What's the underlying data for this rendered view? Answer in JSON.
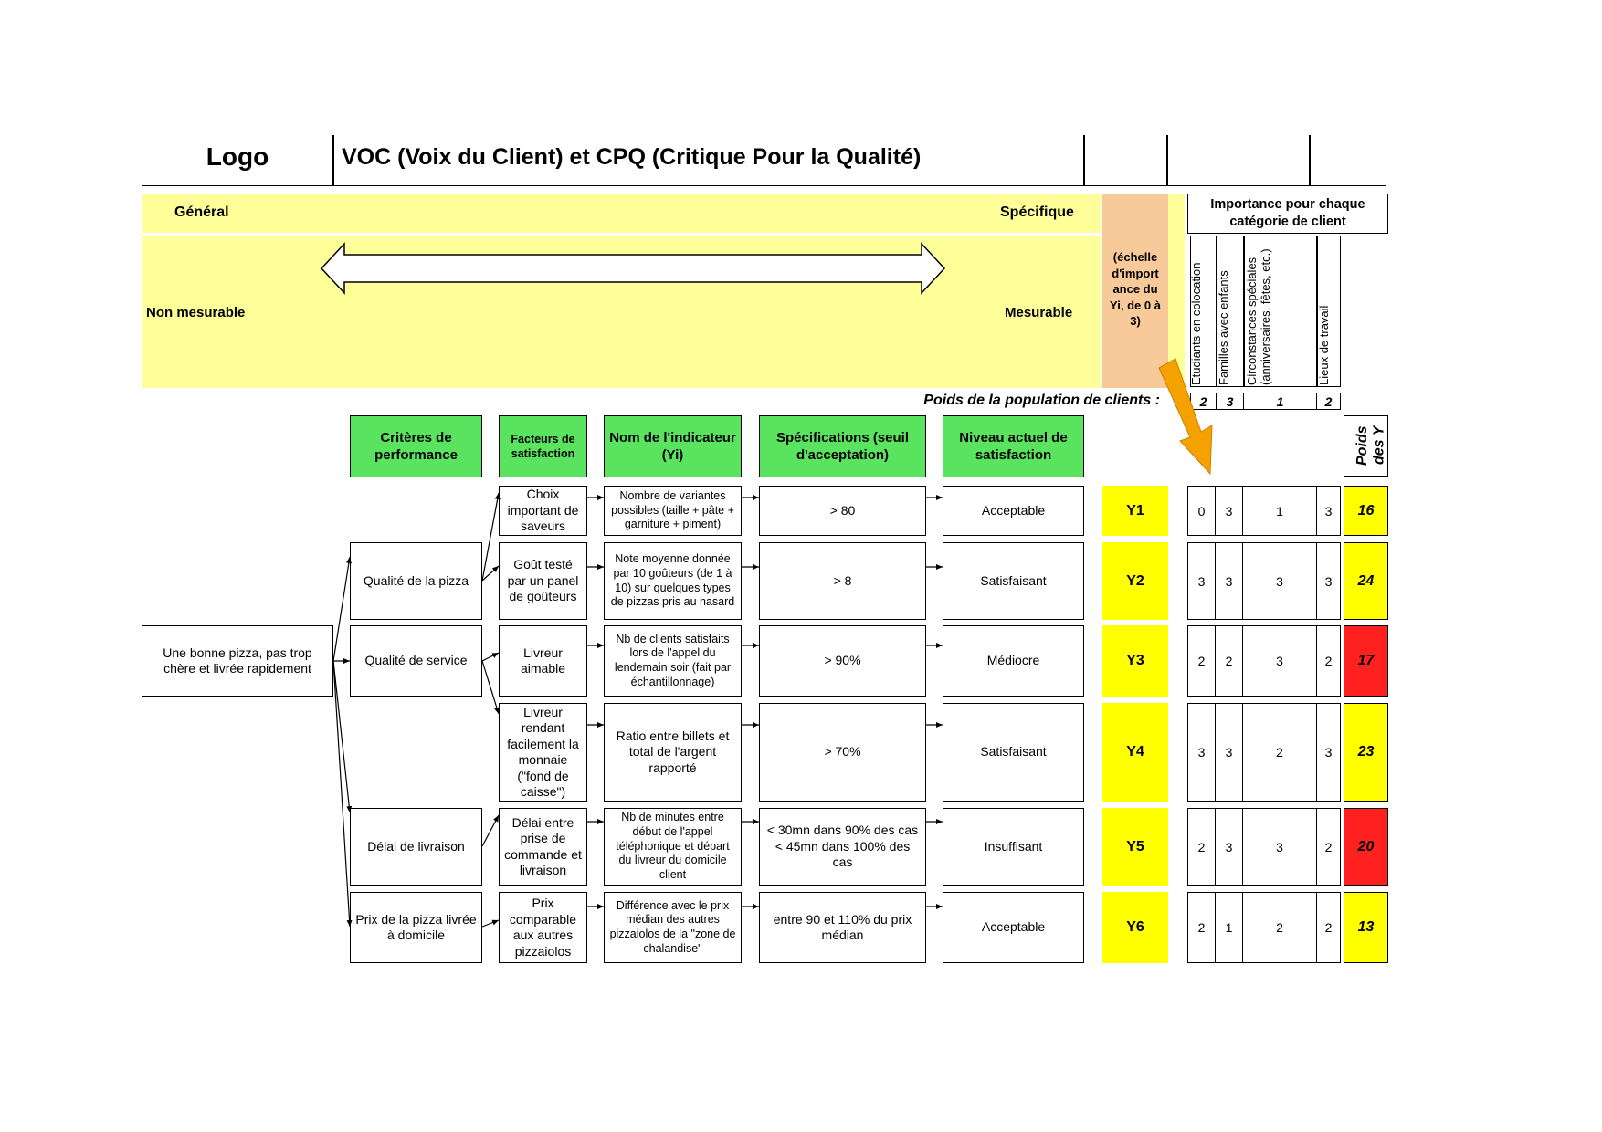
{
  "header": {
    "logo": "Logo",
    "title": "VOC (Voix du Client) et CPQ (Critique Pour la Qualité)"
  },
  "scale": {
    "general": "Général",
    "specifique": "Spécifique",
    "non_mesurable": "Non mesurable",
    "mesurable": "Mesurable",
    "importance_scale": "(échelle d'import ance du Yi, de 0 à 3)"
  },
  "importance": {
    "title": "Importance pour chaque catégorie de client",
    "categories": [
      "Etudiants en colocation",
      "Familles avec enfants",
      "Circonstances spéciales (anniversaires, fêtes, etc.)",
      "Lieux de travail"
    ],
    "population_label": "Poids de la population de clients :",
    "population_weights": [
      "2",
      "3",
      "1",
      "2"
    ],
    "weight_header": "Poids des Y"
  },
  "column_headers": {
    "criteres": "Critères de performance",
    "facteurs": "Facteurs de satisfaction",
    "nom": "Nom de l'indicateur (Yi)",
    "specs": "Spécifications (seuil d'acceptation)",
    "niveau": "Niveau actuel de satisfaction"
  },
  "root": "Une bonne pizza, pas trop chère et livrée rapidement",
  "criteria": [
    "Qualité de la pizza",
    "Qualité de service",
    "Délai de livraison",
    "Prix de la pizza livrée à domicile"
  ],
  "rows": [
    {
      "facteur": "Choix important de saveurs",
      "nom": "Nombre de variantes possibles (taille + pâte + garniture + piment)",
      "spec": "> 80",
      "niveau": "Acceptable",
      "y": "Y1",
      "imp": [
        "0",
        "3",
        "1",
        "3"
      ],
      "score": "16",
      "color": "#ffff00"
    },
    {
      "facteur": "Goût testé par un panel de goûteurs",
      "nom": "Note moyenne donnée par 10 goûteurs (de 1 à 10) sur quelques types de pizzas pris au hasard",
      "spec": "> 8",
      "niveau": "Satisfaisant",
      "y": "Y2",
      "imp": [
        "3",
        "3",
        "3",
        "3"
      ],
      "score": "24",
      "color": "#ffff00"
    },
    {
      "facteur": "Livreur aimable",
      "nom": "Nb de clients satisfaits lors de l'appel du lendemain soir (fait par échantillonnage)",
      "spec": "> 90%",
      "niveau": "Médiocre",
      "y": "Y3",
      "imp": [
        "2",
        "2",
        "3",
        "2"
      ],
      "score": "17",
      "color": "#ff2020"
    },
    {
      "facteur": "Livreur rendant facilement la monnaie (\"fond de caisse\")",
      "nom": "Ratio entre billets et total de l'argent rapporté",
      "spec": "> 70%",
      "niveau": "Satisfaisant",
      "y": "Y4",
      "imp": [
        "3",
        "3",
        "2",
        "3"
      ],
      "score": "23",
      "color": "#ffff00"
    },
    {
      "facteur": "Délai entre prise de commande et livraison",
      "nom": "Nb de minutes entre début de l'appel téléphonique et départ du livreur du domicile client",
      "spec": "< 30mn dans 90% des cas < 45mn dans 100% des cas",
      "niveau": "Insuffisant",
      "y": "Y5",
      "imp": [
        "2",
        "3",
        "3",
        "2"
      ],
      "score": "20",
      "color": "#ff2020"
    },
    {
      "facteur": "Prix comparable aux autres pizzaiolos",
      "nom": "Différence avec le prix médian des autres pizzaiolos de la \"zone de chalandise\"",
      "spec": "entre 90 et 110% du prix médian",
      "niveau": "Acceptable",
      "y": "Y6",
      "imp": [
        "2",
        "1",
        "2",
        "2"
      ],
      "score": "13",
      "color": "#ffff00"
    }
  ],
  "colors": {
    "yellow_band": "#ffff99",
    "green": "#59e35e",
    "orange": "#f8c999",
    "arrow": "#f5a100",
    "alert": "#ff2020"
  }
}
